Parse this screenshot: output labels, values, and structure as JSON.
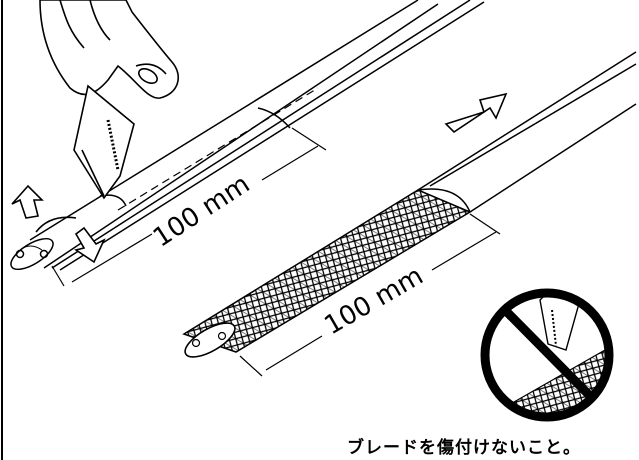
{
  "figure": {
    "top_dimension_label": "100 mm",
    "bottom_dimension_label": "100 mm",
    "caption": "ブレードを傷付けないこと。"
  },
  "colors": {
    "ink": "#000000",
    "paper": "#ffffff"
  },
  "icons": [
    "hand-with-knife-icon",
    "peel-arrow-icon",
    "direction-arrow-icon",
    "prohibition-icon"
  ]
}
